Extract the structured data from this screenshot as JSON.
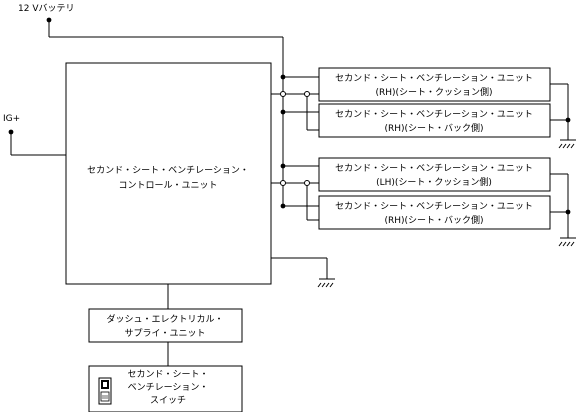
{
  "labels": {
    "battery": "12 Vバッテリ",
    "ig": "IG+"
  },
  "controller": {
    "line1": "セカンド・シート・ベンチレーション・",
    "line2": "コントロール・ユニット"
  },
  "units": [
    {
      "line1": "セカンド・シート・ベンチレーション・ユニット",
      "line2": "(RH)(シート・クッション側)"
    },
    {
      "line1": "セカンド・シート・ベンチレーション・ユニット",
      "line2": "(RH)(シート・バック側)"
    },
    {
      "line1": "セカンド・シート・ベンチレーション・ユニット",
      "line2": "(LH)(シート・クッション側)"
    },
    {
      "line1": "セカンド・シート・ベンチレーション・ユニット",
      "line2": "(RH)(シート・バック側)"
    }
  ],
  "dash_unit": {
    "line1": "ダッシュ・エレクトリカル・",
    "line2": "サプライ・ユニット"
  },
  "switch": {
    "line1": "セカンド・シート・",
    "line2": "ベンチレーション・",
    "line3": "スイッチ",
    "icon": "seat-switch-icon"
  }
}
